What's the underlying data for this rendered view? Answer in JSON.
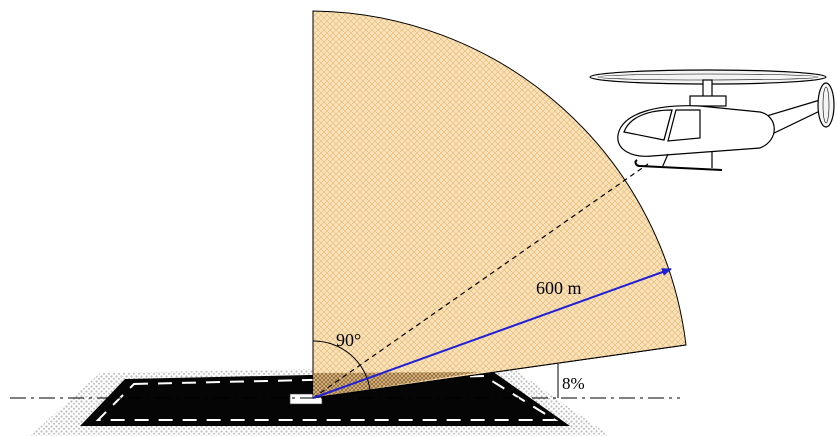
{
  "diagram": {
    "labels": {
      "angle": "90°",
      "radius": "600 m",
      "slope": "8%"
    },
    "colors": {
      "sector_fill": "#f8e2bd",
      "sector_hatch": "#e8b765",
      "radius_arrow": "#1f1fd6",
      "pad_fill": "#050505",
      "pad_edge": "#bdbdbd",
      "line": "#000000"
    },
    "icons": [
      "helicopter-icon",
      "helipad-icon"
    ]
  }
}
